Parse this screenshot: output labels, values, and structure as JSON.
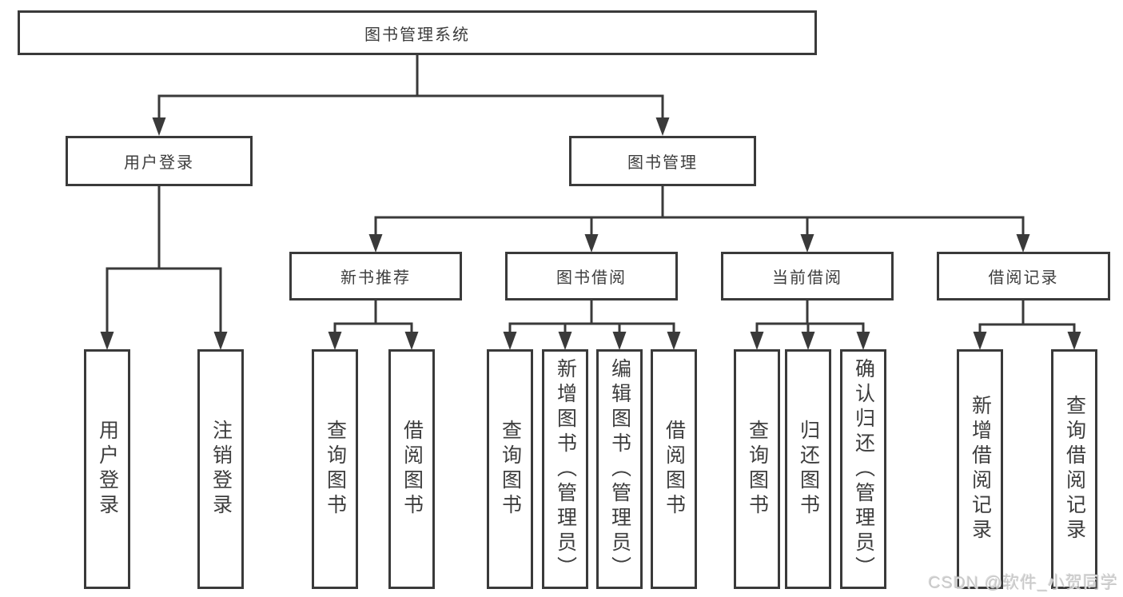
{
  "diagram": {
    "root": "图书管理系统",
    "branches": [
      {
        "label": "用户登录",
        "children": [
          "用户登录",
          "注销登录"
        ]
      },
      {
        "label": "图书管理",
        "children": [
          {
            "label": "新书推荐",
            "children": [
              "查询图书",
              "借阅图书"
            ]
          },
          {
            "label": "图书借阅",
            "children": [
              "查询图书",
              "新增图书（管理员）",
              "编辑图书（管理员）",
              "借阅图书"
            ]
          },
          {
            "label": "当前借阅",
            "children": [
              "查询图书",
              "归还图书",
              "确认归还（管理员）"
            ]
          },
          {
            "label": "借阅记录",
            "children": [
              "新增借阅记录",
              "查询借阅记录"
            ]
          }
        ]
      }
    ]
  },
  "watermark": "CSDN @软件_小贺同学",
  "colors": {
    "line": "#3a3a3a",
    "text": "#3d3d3d",
    "box_background": "#ffffff",
    "watermark": "#c9c9c9"
  }
}
